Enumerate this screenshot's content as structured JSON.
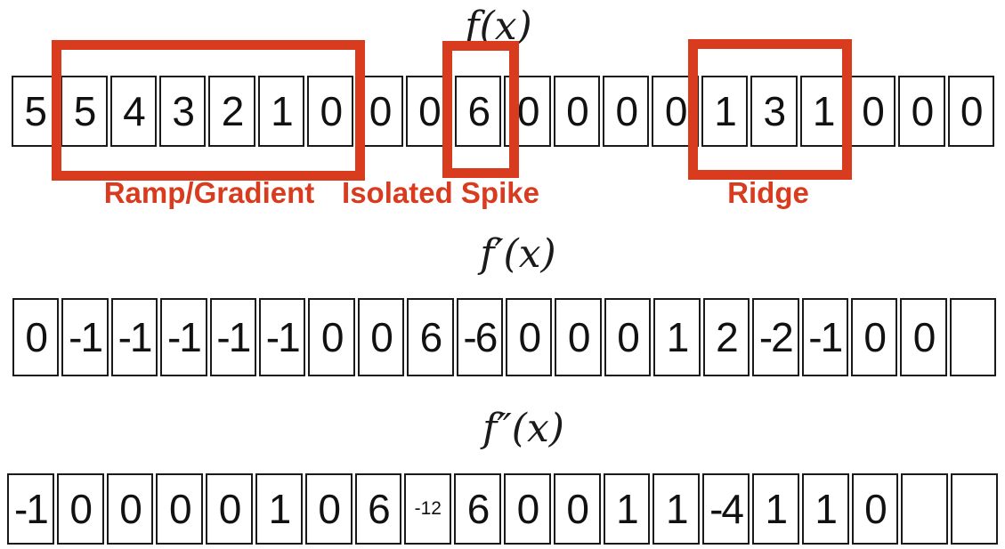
{
  "figure": {
    "description": "1D signal profiles with first and second derivatives"
  },
  "labels": {
    "f": "f(x)",
    "f_prime": "f′(x)",
    "f_double_prime": "f″(x)"
  },
  "annotations": [
    {
      "label": "Ramp/Gradient",
      "cells_start": 1,
      "cells_end": 6
    },
    {
      "label": "Isolated Spike",
      "cells_start": 9,
      "cells_end": 9
    },
    {
      "label": "Ridge",
      "cells_start": 14,
      "cells_end": 16
    }
  ],
  "rows": [
    {
      "name": "f(x)",
      "values": [
        "5",
        "5",
        "4",
        "3",
        "2",
        "1",
        "0",
        "0",
        "0",
        "6",
        "0",
        "0",
        "0",
        "0",
        "1",
        "3",
        "1",
        "0",
        "0",
        "0"
      ]
    },
    {
      "name": "f'(x)",
      "values": [
        "0",
        "-1",
        "-1",
        "-1",
        "-1",
        "-1",
        "0",
        "0",
        "6",
        "-6",
        "0",
        "0",
        "0",
        "1",
        "2",
        "-2",
        "-1",
        "0",
        "0",
        ""
      ]
    },
    {
      "name": "f''(x)",
      "values": [
        "-1",
        "0",
        "0",
        "0",
        "0",
        "1",
        "0",
        "6",
        "-12",
        "6",
        "0",
        "0",
        "1",
        "1",
        "-4",
        "1",
        "1",
        "0",
        "",
        ""
      ]
    }
  ],
  "colors": {
    "annotation_red": "#D93B1E",
    "cell_border": "#1a1a1a",
    "background": "#ffffff"
  }
}
